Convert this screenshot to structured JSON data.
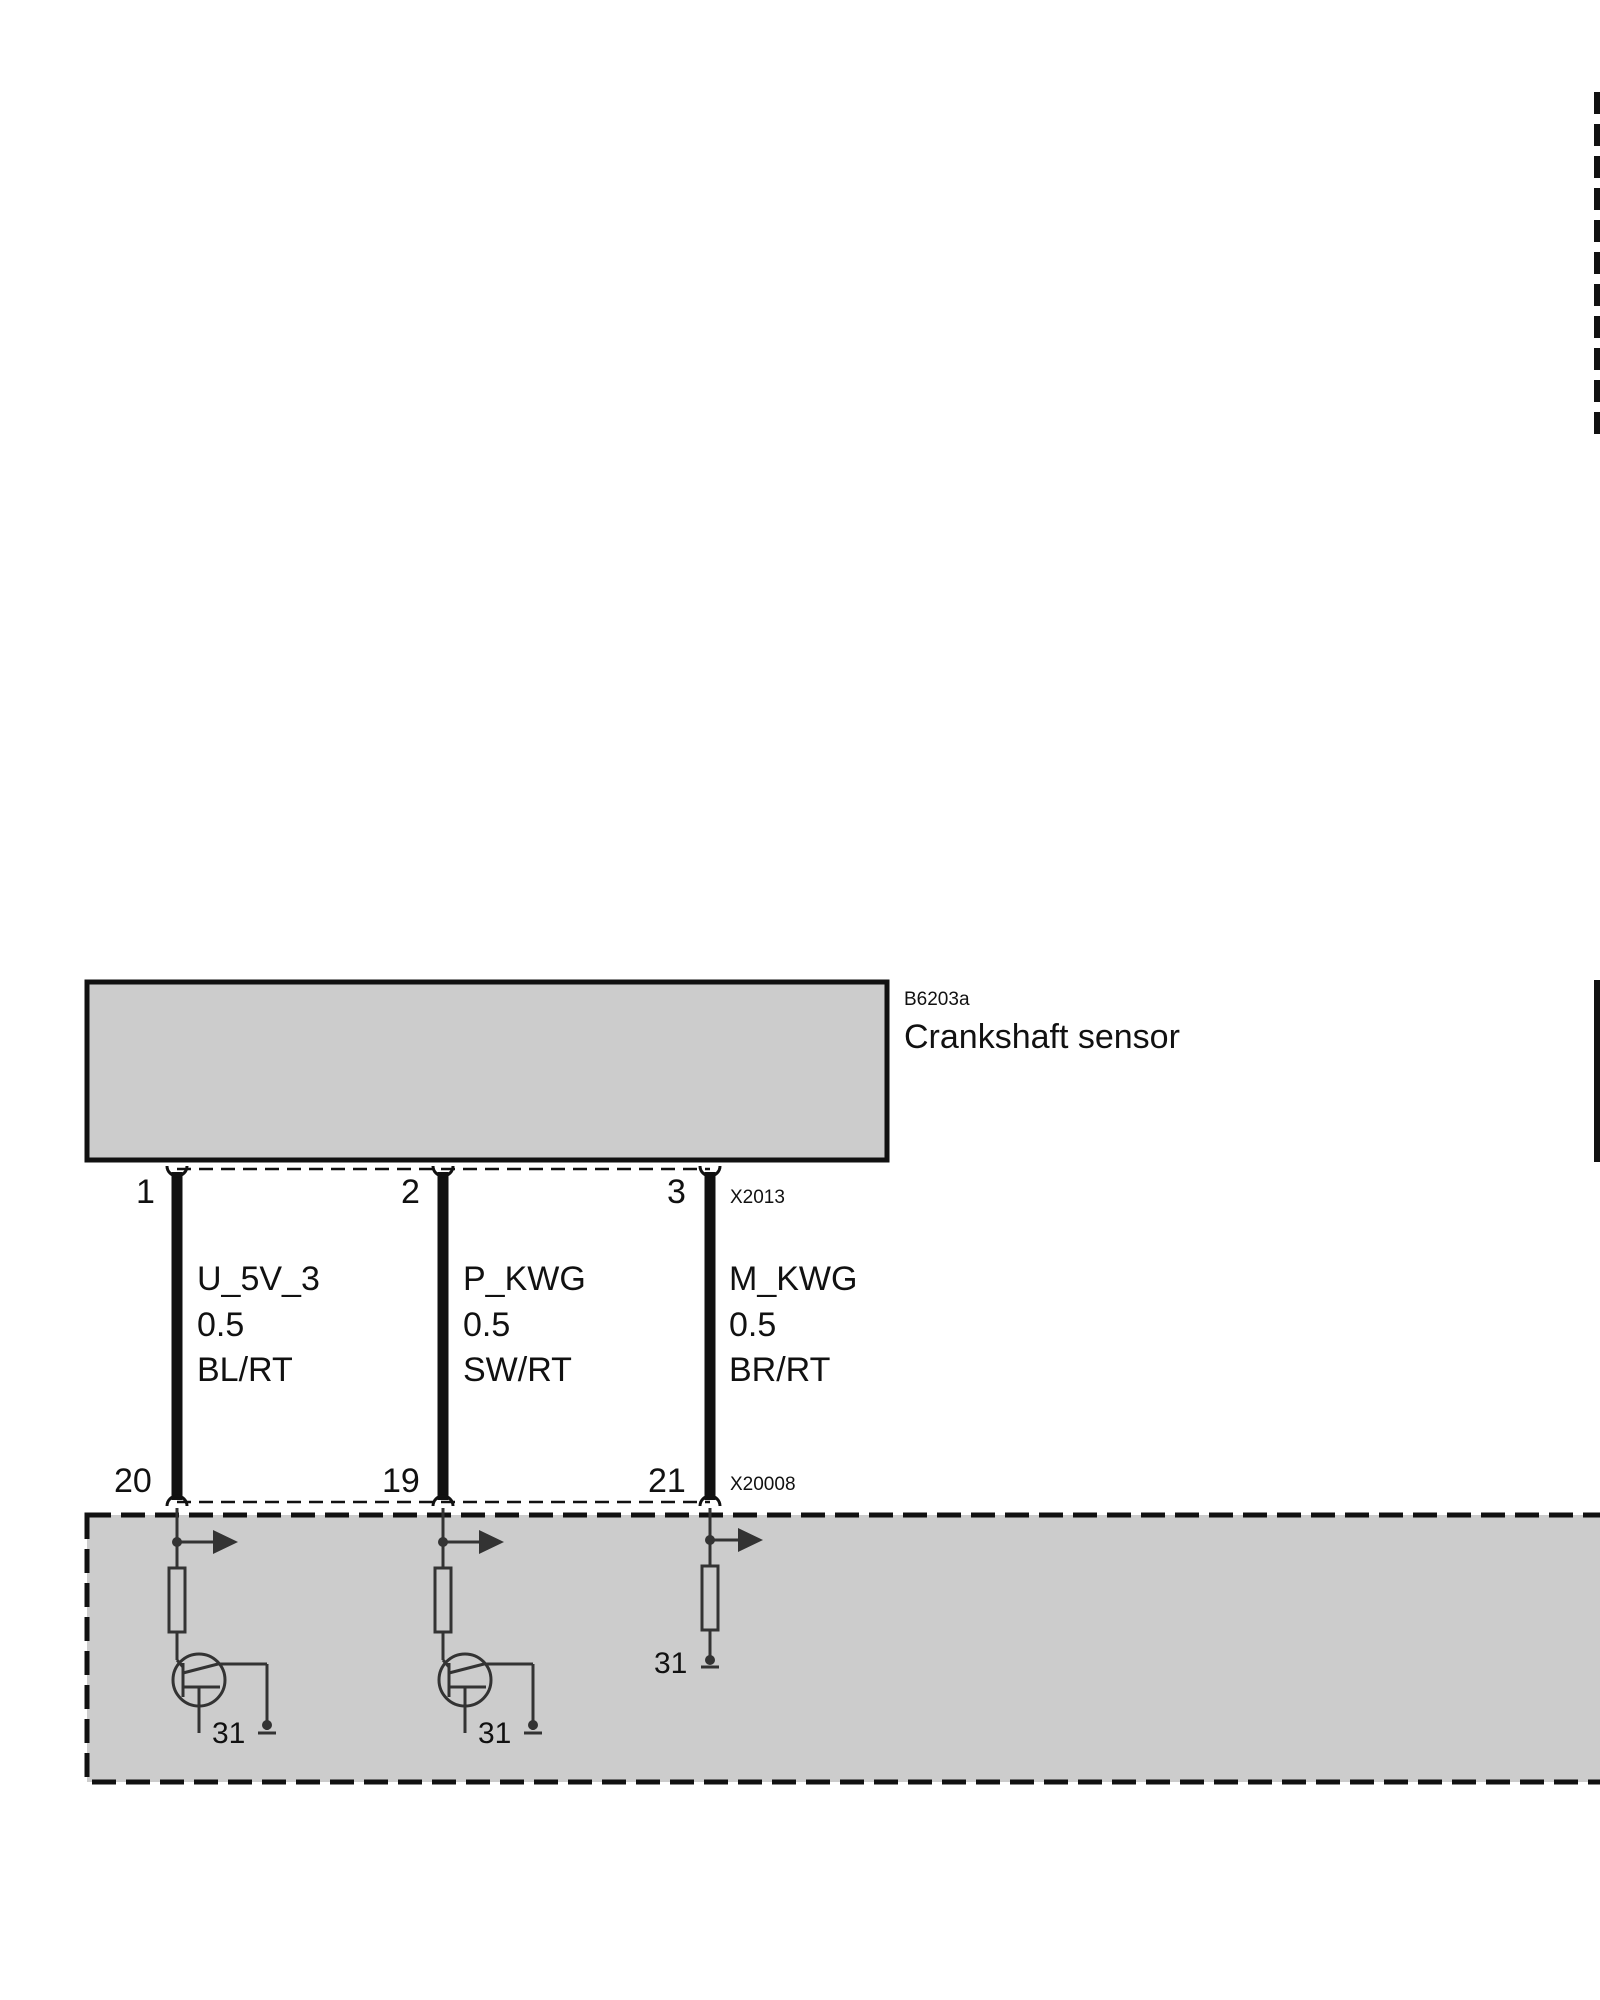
{
  "component": {
    "id": "B6203a",
    "name": "Crankshaft sensor"
  },
  "connectors": {
    "sensor": "X2013",
    "ecu": "X20008"
  },
  "wires": [
    {
      "sensor_pin": "1",
      "ecu_pin": "20",
      "signal": "U_5V_3",
      "size": "0.5",
      "color": "BL/RT"
    },
    {
      "sensor_pin": "2",
      "ecu_pin": "19",
      "signal": "P_KWG",
      "size": "0.5",
      "color": "SW/RT"
    },
    {
      "sensor_pin": "3",
      "ecu_pin": "21",
      "signal": "M_KWG",
      "size": "0.5",
      "color": "BR/RT"
    }
  ],
  "ground_labels": [
    "31",
    "31",
    "31"
  ],
  "colors": {
    "box_fill": "#cccccc",
    "line": "#111111",
    "symbol": "#333333"
  }
}
